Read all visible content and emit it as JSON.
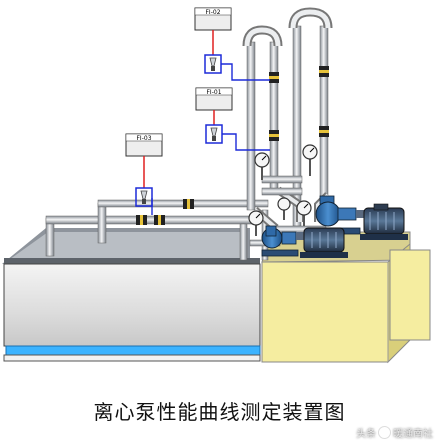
{
  "diagram": {
    "caption": "离心泵性能曲线测定装置图",
    "flowmeters": [
      {
        "id": "fi02",
        "label": "FI-02"
      },
      {
        "id": "fi01",
        "label": "FI-01"
      },
      {
        "id": "fi03",
        "label": "FI-03"
      }
    ]
  },
  "watermark": {
    "prefix": "头条",
    "text": "暖通南社"
  },
  "colors": {
    "pipe": "#e6e8ea",
    "pipe_edge": "#6b7078",
    "signal_wire": "#1d2bd8",
    "red_line": "#e02020",
    "tank_front": "#e4e4e4",
    "tank_shadow": "#555a60",
    "water": "#3bb3ff",
    "base_yellow": "#f5eda0",
    "pump_blue": "#2f6aa8"
  }
}
